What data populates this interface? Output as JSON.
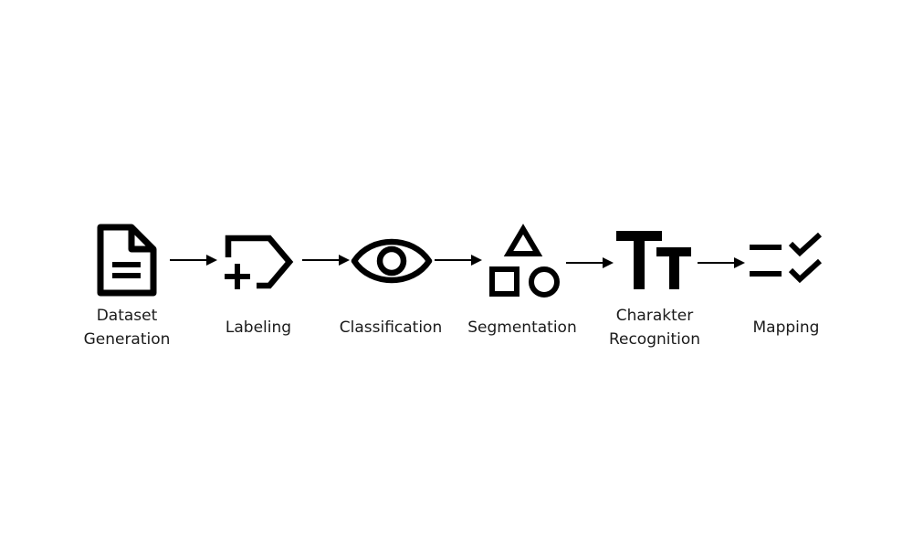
{
  "pipeline": {
    "steps": [
      {
        "id": "dataset-generation",
        "icon": "document-icon",
        "label_lines": [
          "Dataset",
          "Generation"
        ]
      },
      {
        "id": "labeling",
        "icon": "tag-add-icon",
        "label_lines": [
          "Labeling"
        ]
      },
      {
        "id": "classification",
        "icon": "eye-icon",
        "label_lines": [
          "Classification"
        ]
      },
      {
        "id": "segmentation",
        "icon": "shapes-icon",
        "label_lines": [
          "Segmentation"
        ]
      },
      {
        "id": "character-recognition",
        "icon": "text-size-icon",
        "label_lines": [
          "Charakter",
          "Recognition"
        ]
      },
      {
        "id": "mapping",
        "icon": "checklist-icon",
        "label_lines": [
          "Mapping"
        ]
      }
    ],
    "colors": {
      "icon": "#000000",
      "text": "#1a1a1a",
      "background": "#ffffff"
    }
  }
}
